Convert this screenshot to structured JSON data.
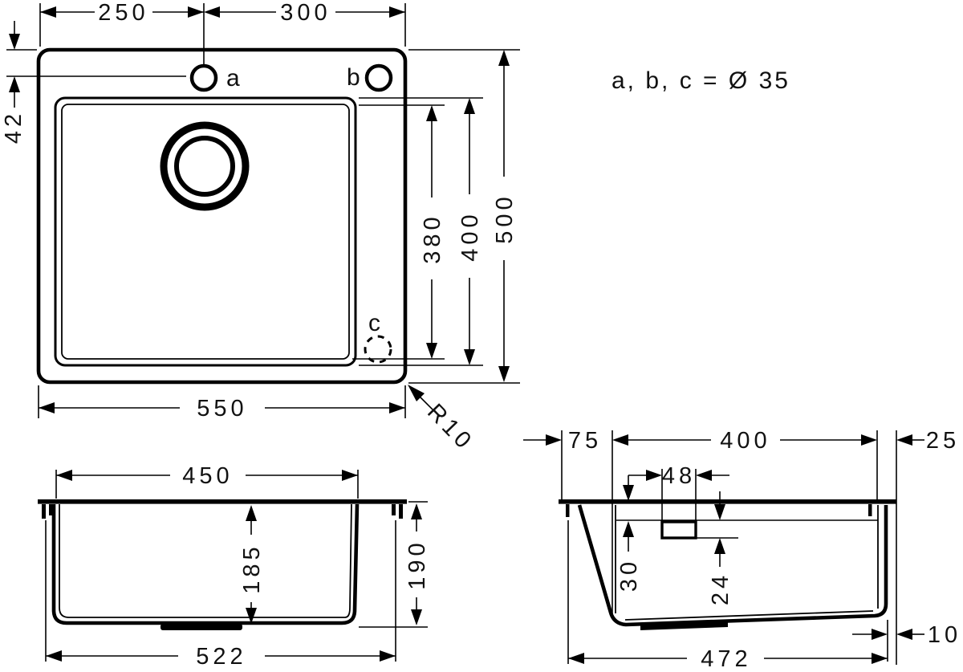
{
  "note": "a, b, c = Ø 35",
  "top_view": {
    "hole_labels": {
      "a": "a",
      "b": "b",
      "c": "c"
    },
    "corner_radius": "R10",
    "dims": {
      "left_to_hole_a": "250",
      "hole_a_to_right": "300",
      "top_to_holes": "42",
      "bowl_inner_depth": "380",
      "bowl_outer_depth": "400",
      "overall_depth": "500",
      "overall_width": "550"
    }
  },
  "front_view": {
    "dims": {
      "bowl_top_width": "450",
      "bowl_depth": "185",
      "overall_height": "190",
      "bottom_width": "522"
    }
  },
  "side_view": {
    "dims": {
      "front_ledge": "75",
      "bowl_length": "400",
      "rear_ledge": "25",
      "overflow_width": "48",
      "rim_to_overflow": "30",
      "overflow_height": "24",
      "bottom_inset": "10",
      "bottom_length": "472"
    }
  },
  "colors": {
    "line": "#000000",
    "background": "#ffffff"
  }
}
